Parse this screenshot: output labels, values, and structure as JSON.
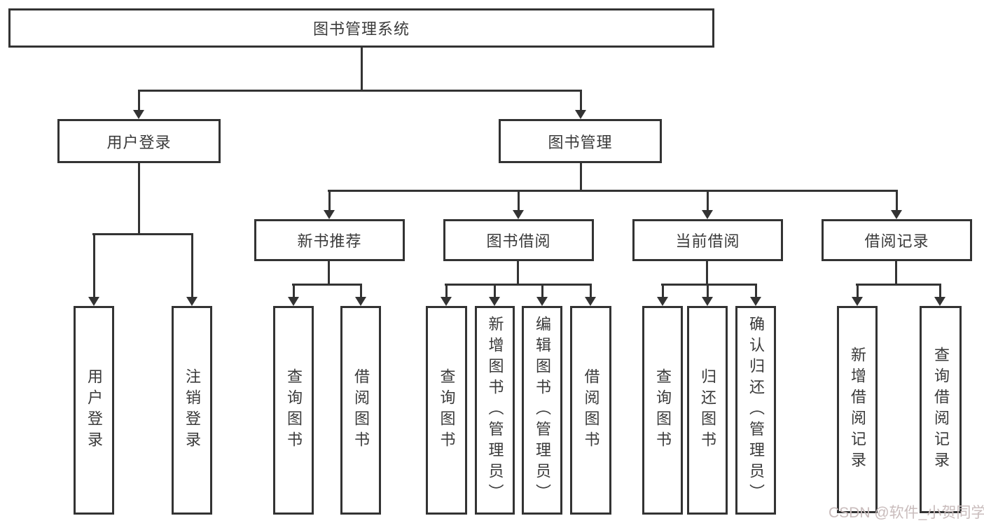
{
  "colors": {
    "line": "#333333",
    "box_border": "#333333",
    "text": "#3a3a3a",
    "watermark": "#c9bcbc",
    "background": "#ffffff"
  },
  "tree": {
    "root": {
      "label": "图书管理系统"
    },
    "level2": [
      {
        "label": "用户登录"
      },
      {
        "label": "图书管理"
      }
    ],
    "level3": [
      {
        "label": "新书推荐"
      },
      {
        "label": "图书借阅"
      },
      {
        "label": "当前借阅"
      },
      {
        "label": "借阅记录"
      }
    ],
    "leaves": [
      {
        "parent": "用户登录",
        "label": "用户登录"
      },
      {
        "parent": "用户登录",
        "label": "注销登录"
      },
      {
        "parent": "新书推荐",
        "label": "查询图书"
      },
      {
        "parent": "新书推荐",
        "label": "借阅图书"
      },
      {
        "parent": "图书借阅",
        "label": "查询图书"
      },
      {
        "parent": "图书借阅",
        "label": "新增图书（管理员）"
      },
      {
        "parent": "图书借阅",
        "label": "编辑图书（管理员）"
      },
      {
        "parent": "图书借阅",
        "label": "借阅图书"
      },
      {
        "parent": "当前借阅",
        "label": "查询图书"
      },
      {
        "parent": "当前借阅",
        "label": "归还图书"
      },
      {
        "parent": "当前借阅",
        "label": "确认归还（管理员）"
      },
      {
        "parent": "借阅记录",
        "label": "新增借阅记录"
      },
      {
        "parent": "借阅记录",
        "label": "查询借阅记录"
      }
    ]
  },
  "watermark": {
    "text": "CSDN @软件_小贺同学"
  }
}
